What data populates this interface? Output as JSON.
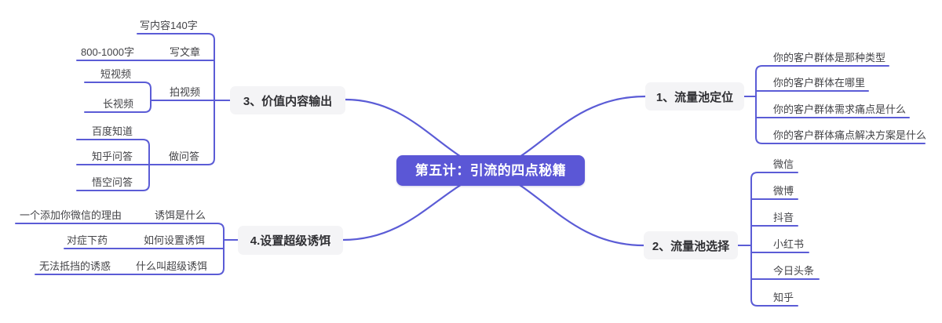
{
  "title": "第五计：引流的四点秘籍",
  "colors": {
    "accent": "#5b57d6",
    "line": "#5b5cd6",
    "topic_bg": "#f4f4f6",
    "topic_text": "#2f2f33",
    "leaf_text": "#434347"
  },
  "branches": [
    {
      "label": "1、流量池定位",
      "children": [
        {
          "label": "你的客户群体是那种类型"
        },
        {
          "label": "你的客户群体在哪里"
        },
        {
          "label": "你的客户群体需求痛点是什么"
        },
        {
          "label": "你的客户群体痛点解决方案是什么"
        }
      ]
    },
    {
      "label": "2、流量池选择",
      "children": [
        {
          "label": "微信"
        },
        {
          "label": "微博"
        },
        {
          "label": "抖音"
        },
        {
          "label": "小红书"
        },
        {
          "label": "今日头条"
        },
        {
          "label": "知乎"
        }
      ]
    },
    {
      "label": "3、价值内容输出",
      "children": [
        {
          "label": "写文章",
          "children": [
            {
              "label": "写内容140字"
            },
            {
              "label": "800-1000字"
            }
          ]
        },
        {
          "label": "拍视频",
          "children": [
            {
              "label": "短视频"
            },
            {
              "label": "长视频"
            }
          ]
        },
        {
          "label": "做问答",
          "children": [
            {
              "label": "百度知道"
            },
            {
              "label": "知乎问答"
            },
            {
              "label": "悟空问答"
            }
          ]
        }
      ]
    },
    {
      "label": "4.设置超级诱饵",
      "children": [
        {
          "label": "诱饵是什么",
          "children": [
            {
              "label": "一个添加你微信的理由"
            }
          ]
        },
        {
          "label": "如何设置诱饵",
          "children": [
            {
              "label": "对症下药"
            }
          ]
        },
        {
          "label": "什么叫超级诱饵",
          "children": [
            {
              "label": "无法抵挡的诱惑"
            }
          ]
        }
      ]
    }
  ]
}
